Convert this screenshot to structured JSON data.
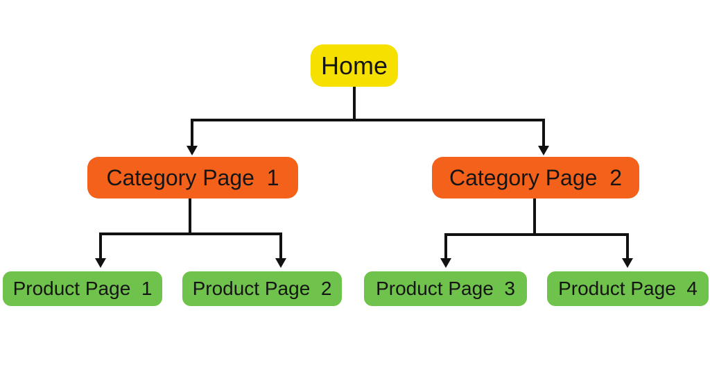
{
  "diagram": {
    "type": "sitemap-tree",
    "background_color": "#FFFFFF",
    "connector": {
      "color": "#111111",
      "stroke_width": 4,
      "arrowheads": "filled-triangle"
    },
    "nodes": {
      "home": {
        "label": "Home",
        "fill": "#F6E000",
        "text_color": "#151515",
        "level": 1
      },
      "category_1": {
        "label": "Category Page  1",
        "fill": "#F4611A",
        "text_color": "#151515",
        "level": 2
      },
      "category_2": {
        "label": "Category Page  2",
        "fill": "#F4611A",
        "text_color": "#151515",
        "level": 2
      },
      "product_1": {
        "label": "Product Page  1",
        "fill": "#6FC24B",
        "text_color": "#151515",
        "level": 3
      },
      "product_2": {
        "label": "Product Page  2",
        "fill": "#6FC24B",
        "text_color": "#151515",
        "level": 3
      },
      "product_3": {
        "label": "Product Page  3",
        "fill": "#6FC24B",
        "text_color": "#151515",
        "level": 3
      },
      "product_4": {
        "label": "Product Page  4",
        "fill": "#6FC24B",
        "text_color": "#151515",
        "level": 3
      }
    },
    "edges": [
      {
        "from": "home",
        "to": "category_1"
      },
      {
        "from": "home",
        "to": "category_2"
      },
      {
        "from": "category_1",
        "to": "product_1"
      },
      {
        "from": "category_1",
        "to": "product_2"
      },
      {
        "from": "category_2",
        "to": "product_3"
      },
      {
        "from": "category_2",
        "to": "product_4"
      }
    ]
  }
}
